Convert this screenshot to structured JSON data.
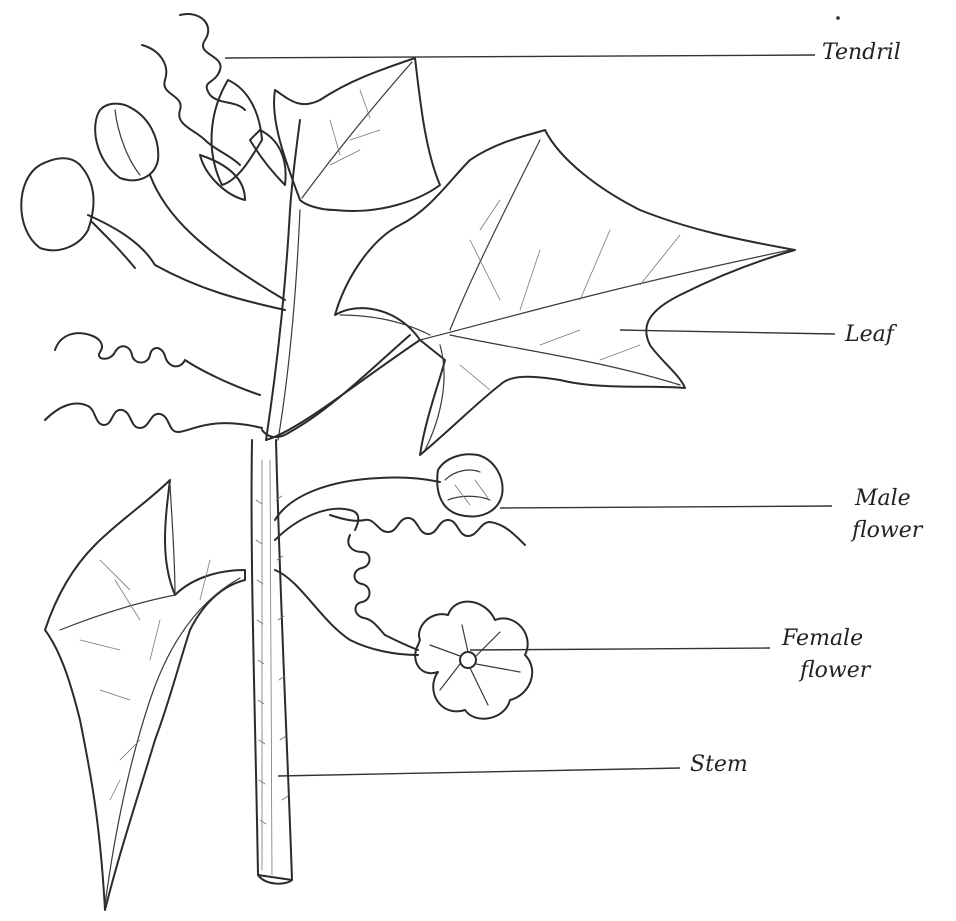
{
  "labels": {
    "tendril": "Tendril",
    "leaf": "Leaf",
    "male_flower_line1": "Male",
    "male_flower_line2": "flower",
    "female_flower_line1": "Female",
    "female_flower_line2": "flower",
    "stem": "Stem"
  },
  "colors": {
    "ink": "#2b2b2b",
    "paper": "#ffffff"
  }
}
